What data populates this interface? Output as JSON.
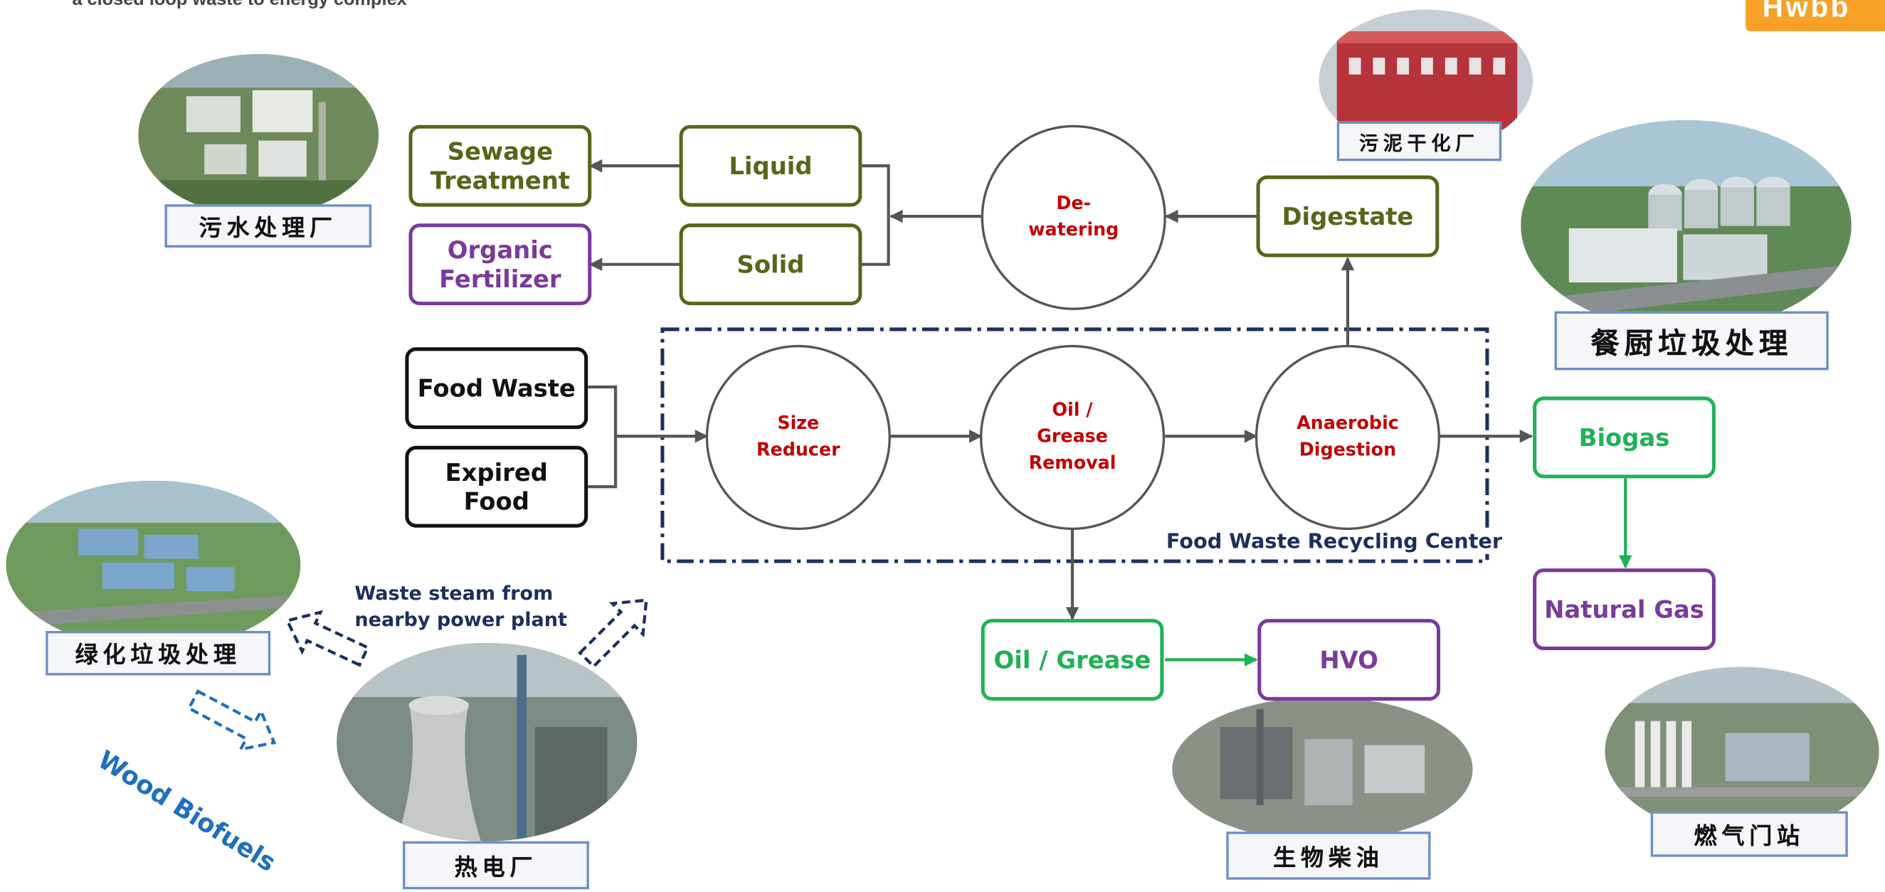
{
  "header": {
    "subtitle": "a closed loop waste to energy complex",
    "logo_text": "Hwbb"
  },
  "nodes": {
    "sewage_treatment": "Sewage\nTreatment",
    "organic_fertilizer": "Organic\nFertilizer",
    "liquid": "Liquid",
    "solid": "Solid",
    "dewatering": "De-\nwatering",
    "digestate": "Digestate",
    "food_waste": "Food Waste",
    "expired_food": "Expired\nFood",
    "size_reducer": "Size\nReducer",
    "oil_grease_removal": "Oil /\nGrease\nRemoval",
    "anaerobic_digestion": "Anaerobic\nDigestion",
    "biogas": "Biogas",
    "natural_gas": "Natural Gas",
    "oil_grease": "Oil / Grease",
    "hvo": "HVO"
  },
  "center_label": "Food Waste Recycling Center",
  "steam_label": "Waste steam from\nnearby power plant",
  "wood_biofuels_label": "Wood Biofuels",
  "photo_captions": {
    "sewage_plant": "污水处理厂",
    "sludge_drying": "污泥干化厂",
    "kitchen_waste": "餐厨垃圾处理",
    "green_waste": "绿化垃圾处理",
    "power_plant": "热电厂",
    "biodiesel": "生物柴油",
    "gas_station": "燃气门站"
  },
  "colors": {
    "olive": "#5a6419",
    "purple": "#7a3a9a",
    "green": "#1fb255",
    "process_red": "#c00000",
    "navy": "#1c2f5c",
    "blue_text": "#1f6fbf",
    "logo_orange": "#f7a128"
  }
}
